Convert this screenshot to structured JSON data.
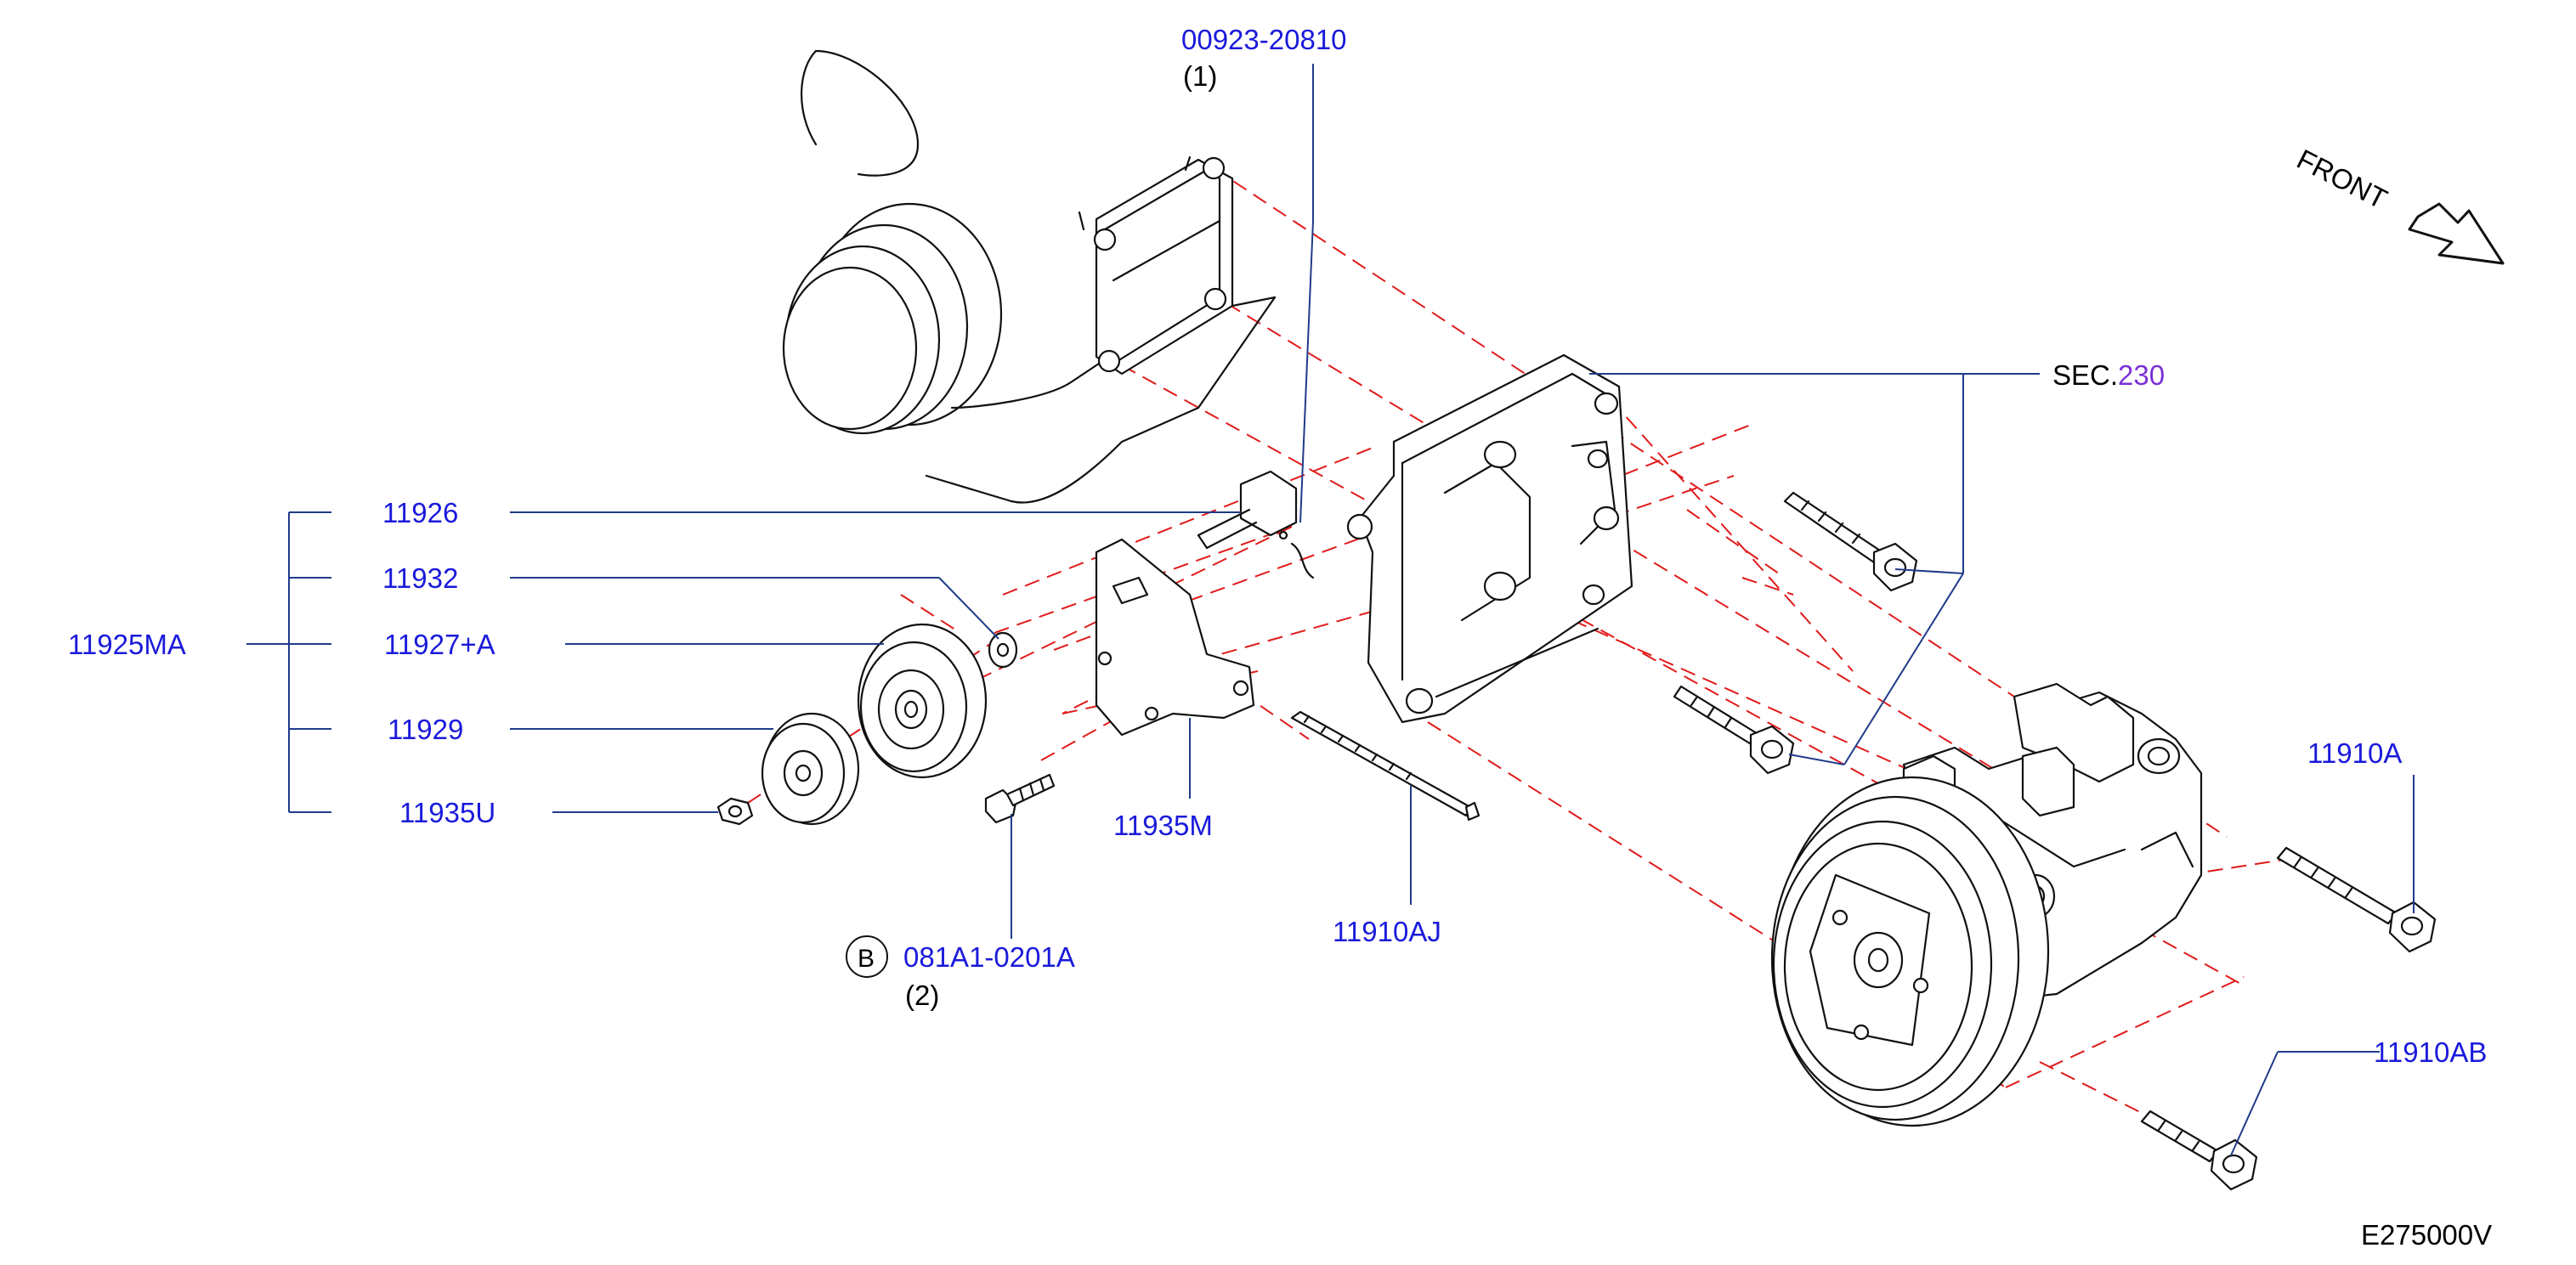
{
  "diagram_code": "E275000V",
  "orientation": {
    "label": "FRONT",
    "icon": "arrow-icon"
  },
  "section_ref": {
    "prefix": "SEC.",
    "number": "230"
  },
  "accent_colors": {
    "part_number": "#1a1adb",
    "section_number": "#7a2fd6",
    "assembly_line": "#e01b1b",
    "callout": "#1f3b8a"
  },
  "callouts": {
    "p00923": {
      "number": "00923-20810",
      "qty": "(1)"
    },
    "p11926": "11926",
    "p11932": "11932",
    "p11925ma": "11925MA",
    "p11927a": "11927+A",
    "p11929": "11929",
    "p11935u": "11935U",
    "p11935m": "11935M",
    "p11910aj": "11910AJ",
    "p11910a": "11910A",
    "p11910ab": "11910AB",
    "p081a1": {
      "badge": "B",
      "number": "081A1-0201A",
      "qty": "(2)"
    }
  }
}
